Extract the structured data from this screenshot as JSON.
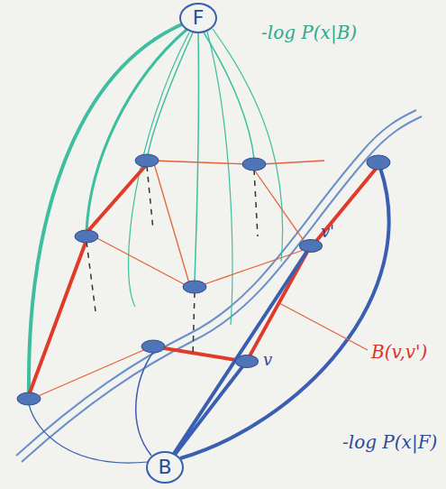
{
  "diagram": {
    "nodes": [
      {
        "text": [
          "F"
        ]
      },
      {
        "text": [
          "B"
        ]
      },
      {
        "text": [
          "v'"
        ]
      },
      {
        "text": [
          "v"
        ]
      }
    ],
    "edges": [
      {
        "from": 3,
        "to": 2,
        "arrow": "none"
      },
      {
        "from": 1,
        "to": 3,
        "arrow": "none"
      },
      {
        "from": 1,
        "to": 2,
        "arrow": "none"
      }
    ],
    "labels": [
      "-log P(x|B)",
      "B(v,v')",
      "-log P(x|F)"
    ]
  }
}
